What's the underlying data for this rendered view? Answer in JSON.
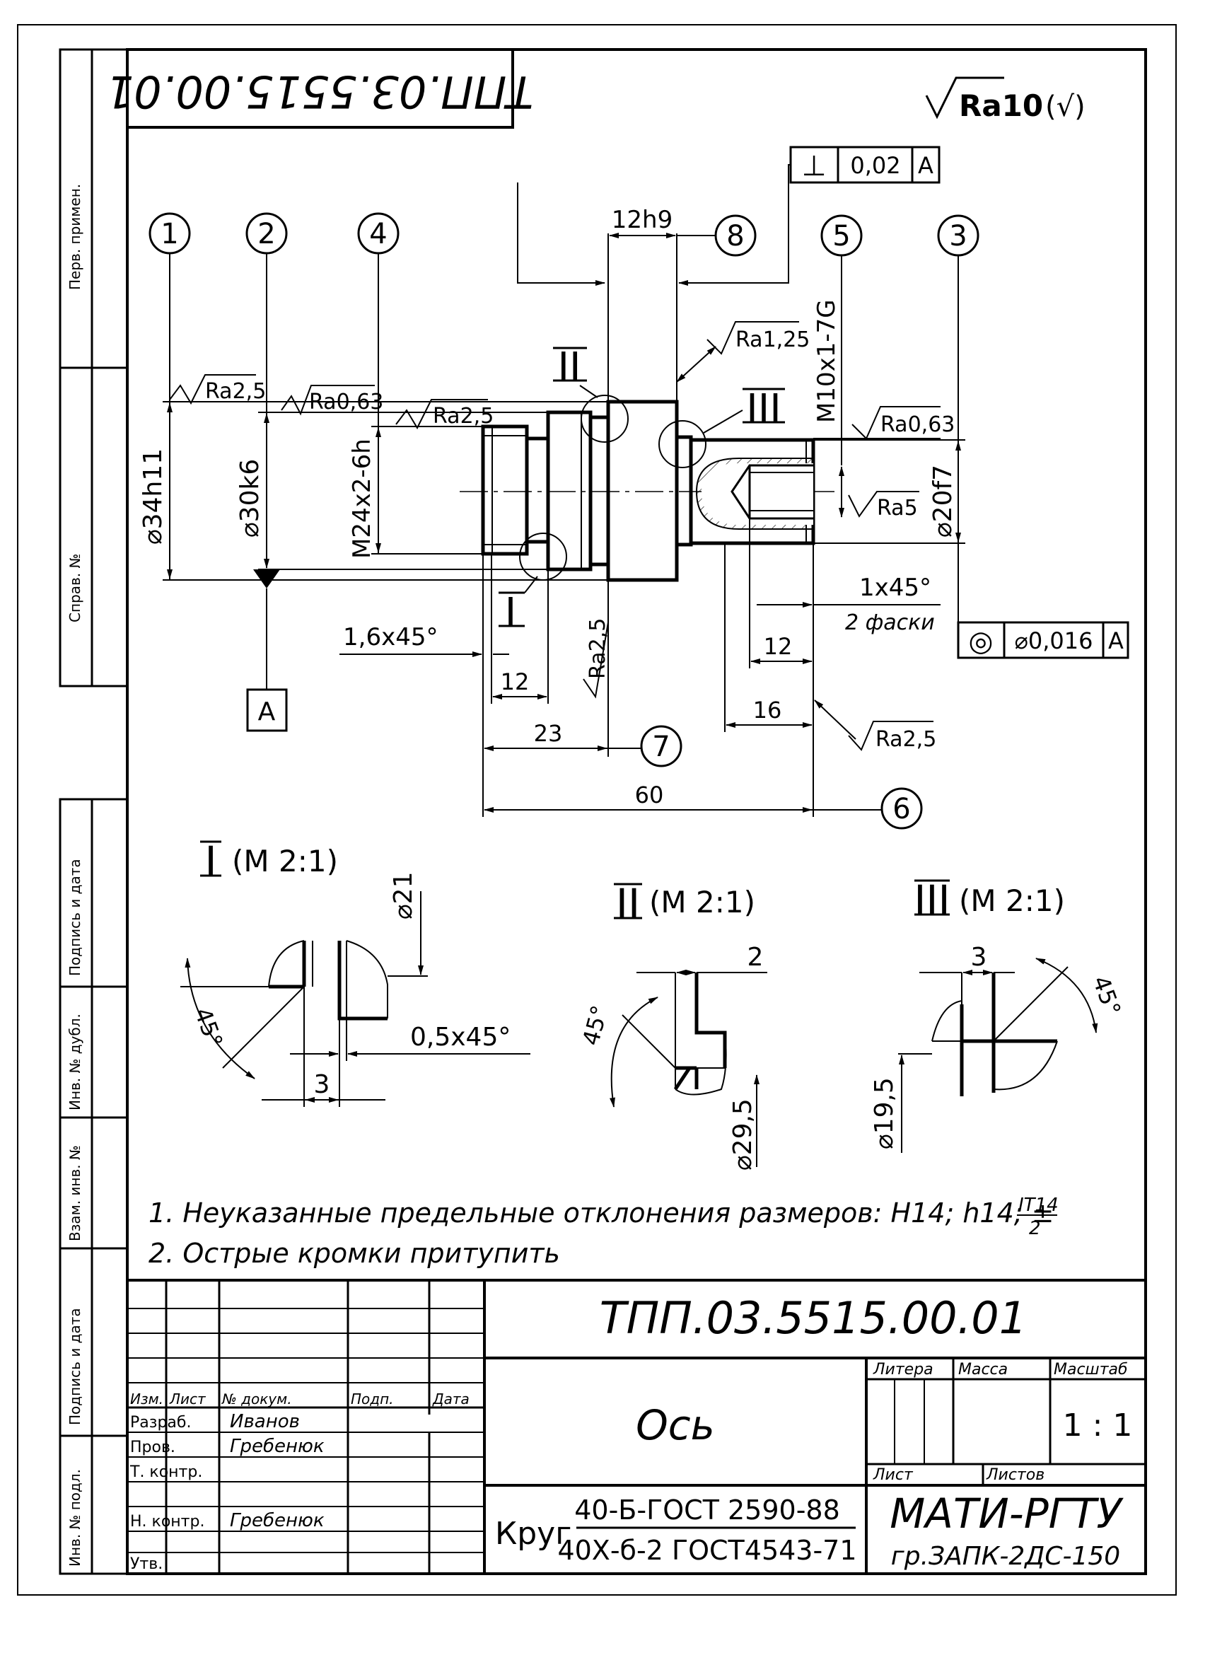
{
  "drawing_number": "ТПП.03.5515.00.01",
  "general_roughness": {
    "value": "Ra10",
    "other": "(√)"
  },
  "side_stamp": {
    "perv_primen": "Перв. примен.",
    "sprav_no": "Справ. №",
    "podp_data_1": "Подпись и дата",
    "inv_dubl": "Инв. № дубл.",
    "vzam_inv": "Взам. инв. №",
    "podp_data_2": "Подпись и дата",
    "inv_podl": "Инв. № подл."
  },
  "callouts": [
    "1",
    "2",
    "3",
    "4",
    "5",
    "6",
    "7",
    "8"
  ],
  "tolerance_perp": {
    "symbol": "⊥",
    "value": "0,02",
    "datum": "A"
  },
  "tolerance_conc": {
    "symbol": "◎",
    "value": "⌀0,016",
    "datum": "A"
  },
  "datum_label": "A",
  "dims": {
    "d34": "⌀34h11",
    "d30": "⌀30k6",
    "m24": "M24x2-6h",
    "m10": "M10x1-7G",
    "d20": "⌀20f7",
    "w12h9": "12h9",
    "ch16": "1,6x45°",
    "ch1": "1x45°",
    "two_chamfers": "2 фаски",
    "l12a": "12",
    "l23": "23",
    "l60": "60",
    "l12b": "12",
    "l16": "16"
  },
  "roughness": {
    "r1": "Ra2,5",
    "r2": "Ra0,63",
    "r3": "Ra2,5",
    "r4": "Ra1,25",
    "r5": "Ra0,63",
    "r6": "Ra5",
    "r7": "Ra2,5",
    "r8": "Ra2,5"
  },
  "views": {
    "I": {
      "roman": "I",
      "scale": "(M 2:1)",
      "d": "⌀21",
      "ch": "0,5x45°",
      "w": "3",
      "angle": "45°"
    },
    "II": {
      "roman": "II",
      "scale": "(M 2:1)",
      "d": "⌀29,5",
      "w": "2",
      "angle": "45°"
    },
    "III": {
      "roman": "III",
      "scale": "(M 2:1)",
      "d": "⌀19,5",
      "w": "3",
      "angle": "45°"
    }
  },
  "notes": {
    "n1": "1.  Неуказанные  предельные  отклонения  размеров:  H14;  h14;  ±",
    "n1_frac_top": "IT14",
    "n1_frac_bot": "2",
    "n2": "2.  Острые  кромки  притупить"
  },
  "title_block": {
    "doc_number": "ТПП.03.5515.00.01",
    "name": "Ось",
    "col_izm": "Изм.",
    "col_list": "Лист",
    "col_dokum": "№ докум.",
    "col_podp": "Подп.",
    "col_data": "Дата",
    "razrab_label": "Разраб.",
    "razrab_name": "Иванов",
    "prov_label": "Пров.",
    "prov_name": "Гребенюк",
    "tkontr_label": "Т. контр.",
    "nkontr_label": "Н. контр.",
    "nkontr_name": "Гребенюк",
    "utv_label": "Утв.",
    "litera": "Литера",
    "massa": "Масса",
    "masshtab": "Масштаб",
    "scale_value": "1 : 1",
    "list": "Лист",
    "listov": "Листов",
    "material_prefix": "Круг",
    "material_top": "40-Б-ГОСТ 2590-88",
    "material_bottom": "40Х-б-2 ГОСТ4543-71",
    "org": "МАТИ-РГТУ",
    "group": "гр.ЗАПК-2ДС-150"
  }
}
